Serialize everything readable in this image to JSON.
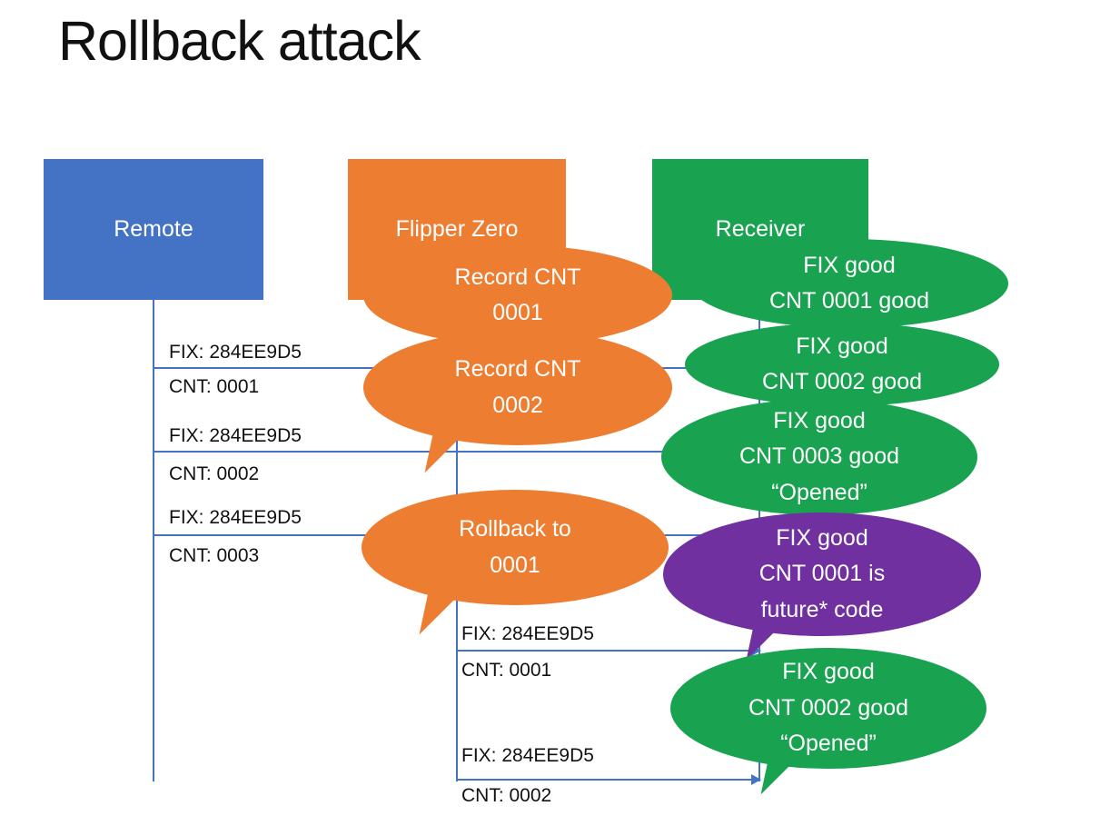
{
  "slide": {
    "title": "Rollback attack"
  },
  "colors": {
    "remote_blue": "#4472C4",
    "flipper_orange": "#ED7D31",
    "receiver_green": "#19A350",
    "note_purple": "#7030A0",
    "line_blue": "#4472C4",
    "bubble_text": "#FFFFFF",
    "label_text": "#111111"
  },
  "actors": [
    {
      "label": "Remote"
    },
    {
      "label": "Flipper Zero"
    },
    {
      "label": "Receiver"
    }
  ],
  "messages": [
    {
      "fix": "FIX: 284EE9D5",
      "cnt": "CNT: 0001"
    },
    {
      "fix": "FIX: 284EE9D5",
      "cnt": "CNT: 0002"
    },
    {
      "fix": "FIX: 284EE9D5",
      "cnt": "CNT: 0003"
    },
    {
      "fix": "FIX: 284EE9D5",
      "cnt": "CNT: 0001"
    },
    {
      "fix": "FIX: 284EE9D5",
      "cnt": "CNT: 0002"
    }
  ],
  "bubbles": [
    {
      "lines": [
        "Record CNT",
        "0001"
      ]
    },
    {
      "lines": [
        "Record CNT",
        "0002"
      ]
    },
    {
      "lines": [
        "Rollback to",
        "0001"
      ]
    },
    {
      "lines": [
        "FIX good",
        "CNT 0001 good"
      ]
    },
    {
      "lines": [
        "FIX good",
        "CNT 0002 good"
      ]
    },
    {
      "lines": [
        "FIX good",
        "CNT 0003 good",
        "“Opened”"
      ]
    },
    {
      "lines": [
        "FIX good",
        "CNT 0001 is",
        "future* code"
      ]
    },
    {
      "lines": [
        "FIX good",
        "CNT 0002 good",
        "“Opened”"
      ]
    }
  ]
}
